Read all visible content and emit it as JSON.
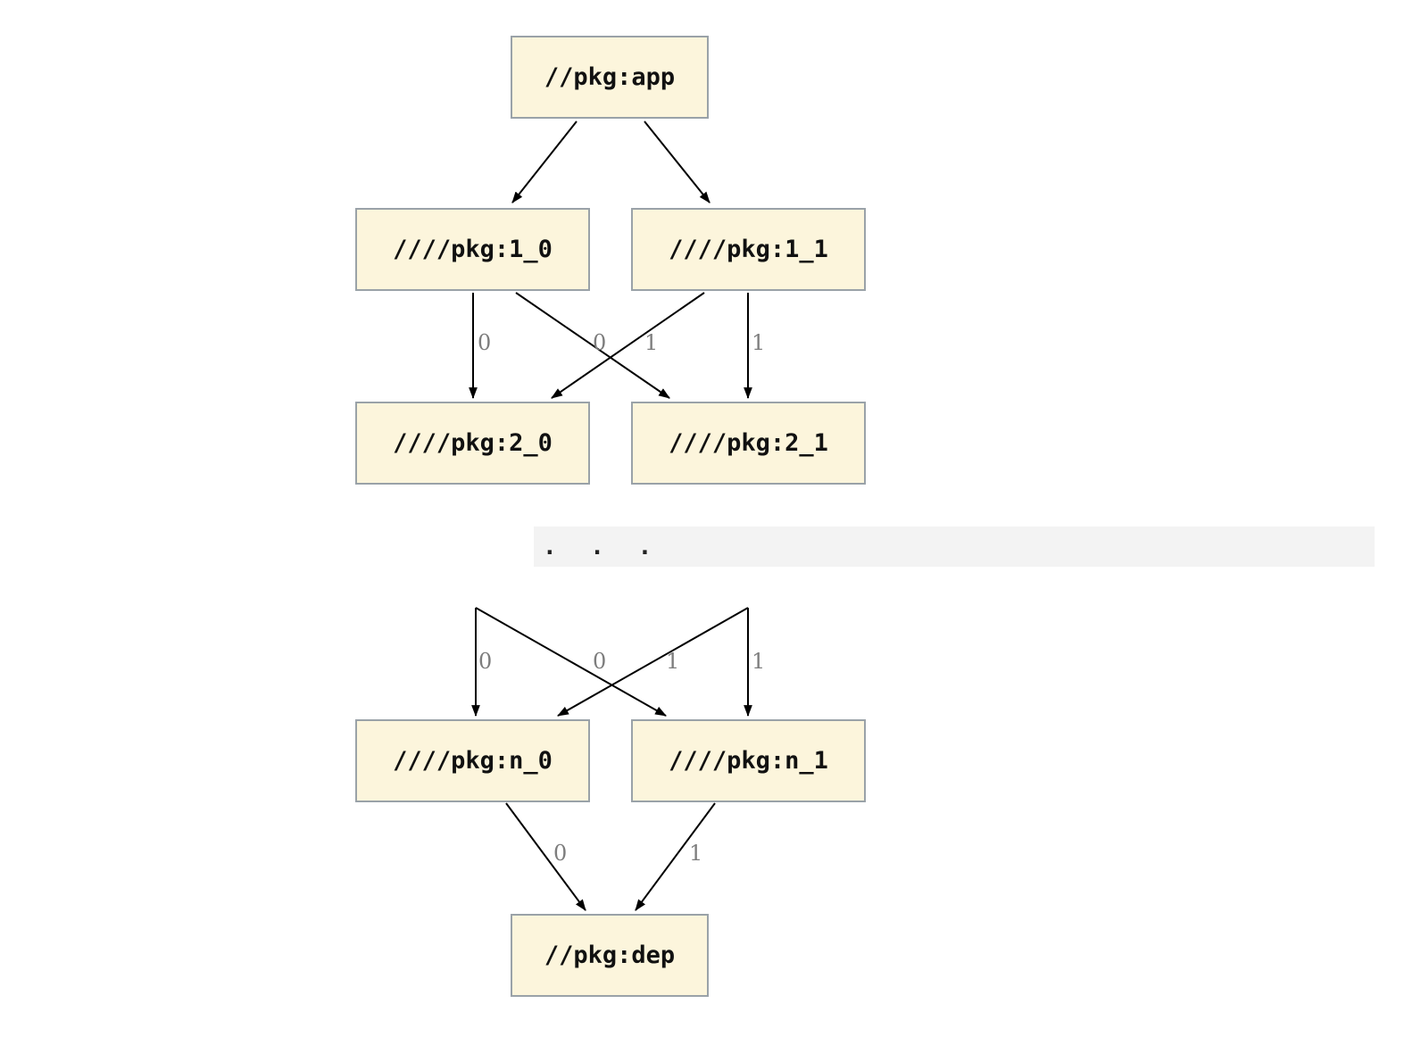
{
  "diagram": {
    "type": "dependency-graph",
    "nodes": {
      "app": {
        "label": "//pkg:app"
      },
      "l1_0": {
        "label": "////pkg:1_0"
      },
      "l1_1": {
        "label": "////pkg:1_1"
      },
      "l2_0": {
        "label": "////pkg:2_0"
      },
      "l2_1": {
        "label": "////pkg:2_1"
      },
      "ln_0": {
        "label": "////pkg:n_0"
      },
      "ln_1": {
        "label": "////pkg:n_1"
      },
      "dep": {
        "label": "//pkg:dep"
      }
    },
    "ellipsis": ". . .",
    "edge_labels": {
      "l1_0_to_l2_0": "0",
      "l1_1_to_l2_0": "0",
      "l1_0_to_l2_1": "1",
      "l1_1_to_l2_1": "1",
      "top_to_ln_0_straight": "0",
      "top_to_ln_0_cross": "0",
      "top_to_ln_1_cross": "1",
      "top_to_ln_1_straight": "1",
      "ln_0_to_dep": "0",
      "ln_1_to_dep": "1"
    },
    "colors": {
      "node_fill": "#FCF5DC",
      "node_border": "#9AA2A8",
      "edge": "#000000",
      "edge_label": "#7D7D7D",
      "ellipsis_background": "#F3F3F3",
      "background": "#FFFFFF"
    }
  }
}
